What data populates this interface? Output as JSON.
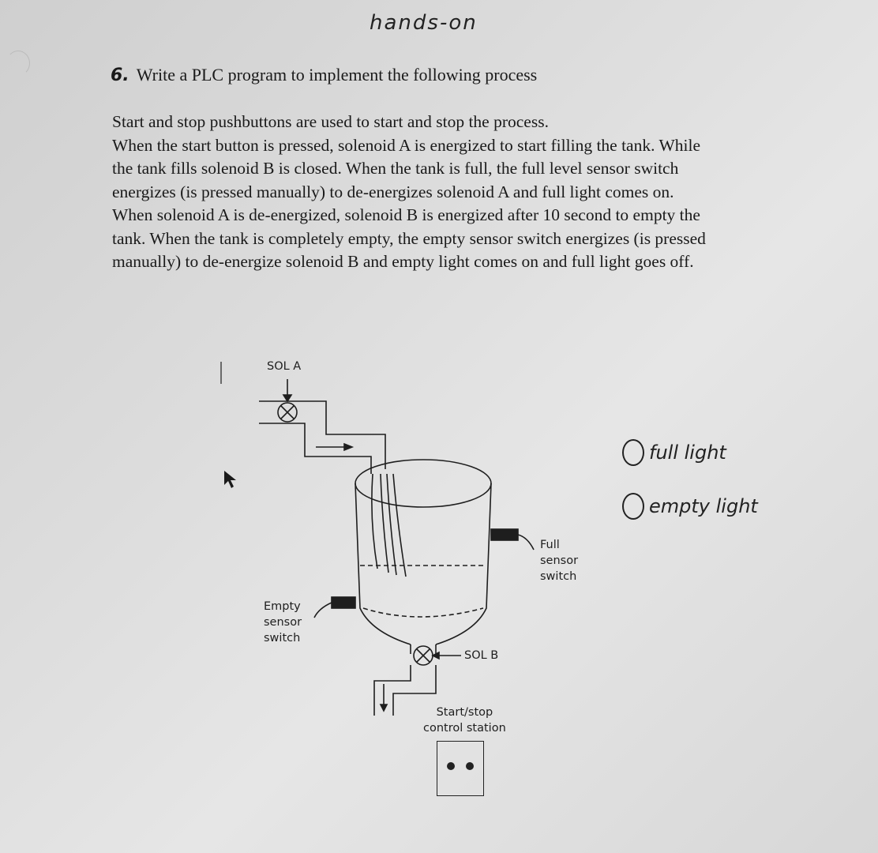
{
  "header": {
    "handwritten_title": "hands-on"
  },
  "question": {
    "number": "6.",
    "prompt": "Write a PLC program to implement the following process"
  },
  "paragraph_lines": [
    "Start and stop pushbuttons are used to start and stop the process.",
    "When the start button is pressed, solenoid A is energized to start filling the tank. While",
    "the tank fills solenoid B is closed. When the tank is full, the full level sensor switch",
    "energizes (is pressed manually) to de-energizes solenoid A and full light comes on.",
    "When solenoid A is de-energized, solenoid B is energized after 10 second to empty the",
    "tank. When the tank is completely empty, the empty sensor switch energizes (is pressed",
    "manually) to de-energize solenoid B and empty light comes on and full light goes off."
  ],
  "diagram": {
    "sol_a_label": "SOL A",
    "sol_b_label": "SOL B",
    "full_sensor_label": [
      "Full",
      "sensor",
      "switch"
    ],
    "empty_sensor_label": [
      "Empty",
      "sensor",
      "switch"
    ],
    "control_station_label": [
      "Start/stop",
      "control station"
    ]
  },
  "handwritten_notes": {
    "full_light": "full light",
    "empty_light": "empty light"
  }
}
